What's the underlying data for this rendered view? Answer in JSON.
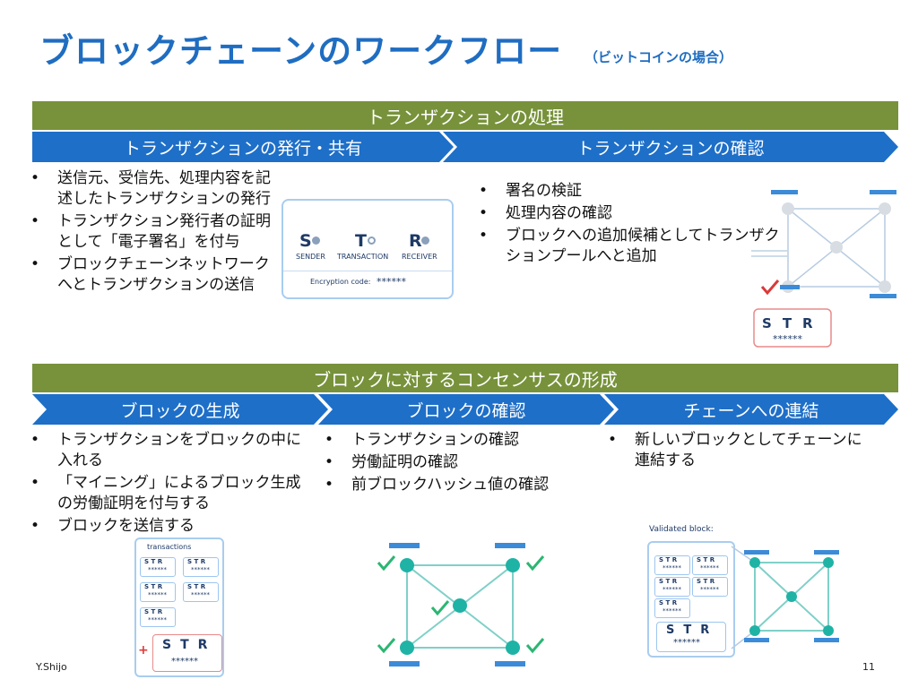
{
  "title": "ブロックチェーンのワークフロー",
  "subtitle": "（ビットコインの場合）",
  "section1": {
    "band": "トランザクションの処理",
    "steps": [
      "トランザクションの発行・共有",
      "トランザクションの確認"
    ],
    "col1_bullets": [
      "送信元、受信先、処理内容を記述したトランザクションの発行",
      "トランザクション発行者の証明として「電子署名」を付与",
      "ブロックチェーンネットワークへとトランザクションの送信"
    ],
    "col2_bullets": [
      "署名の検証",
      "処理内容の確認",
      "ブロックへの追加候補としてトランザクションプールへと追加"
    ],
    "tx_card": {
      "s": "S",
      "t": "T",
      "r": "R",
      "sender": "SENDER",
      "transaction": "TRANSACTION",
      "receiver": "RECEIVER",
      "enc_label": "Encryption code:",
      "enc_value": "******"
    },
    "str_card": {
      "s": "S",
      "t": "T",
      "r": "R",
      "stars": "******"
    }
  },
  "section2": {
    "band": "ブロックに対するコンセンサスの形成",
    "steps": [
      "ブロックの生成",
      "ブロックの確認",
      "チェーンへの連結"
    ],
    "col1_bullets": [
      "トランザクションをブロックの中に入れる",
      "「マイニング」によるブロック生成の労働証明を付与する",
      "ブロックを送信する"
    ],
    "col2_bullets": [
      "トランザクションの確認",
      "労働証明の確認",
      "前ブロックハッシュ値の確認"
    ],
    "col3_bullets": [
      "新しいブロックとしてチェーンに連結する"
    ],
    "transactions_card": {
      "label": "transactions",
      "mini": "S T R",
      "mini_stars": "******",
      "plus": "+",
      "big_s": "S",
      "big_t": "T",
      "big_r": "R",
      "big_stars": "******"
    },
    "validated_card": {
      "label": "Validated block:",
      "mini": "S T R",
      "mini_stars": "******",
      "big_s": "S",
      "big_t": "T",
      "big_r": "R",
      "big_stars": "******"
    }
  },
  "footer": {
    "author": "Y.Shijo",
    "page": "11"
  },
  "colors": {
    "title": "#1f6dc1",
    "band": "#77923a",
    "chevron": "#1e6fc8",
    "node": "#1fb3a6",
    "check": "#2bb673"
  }
}
